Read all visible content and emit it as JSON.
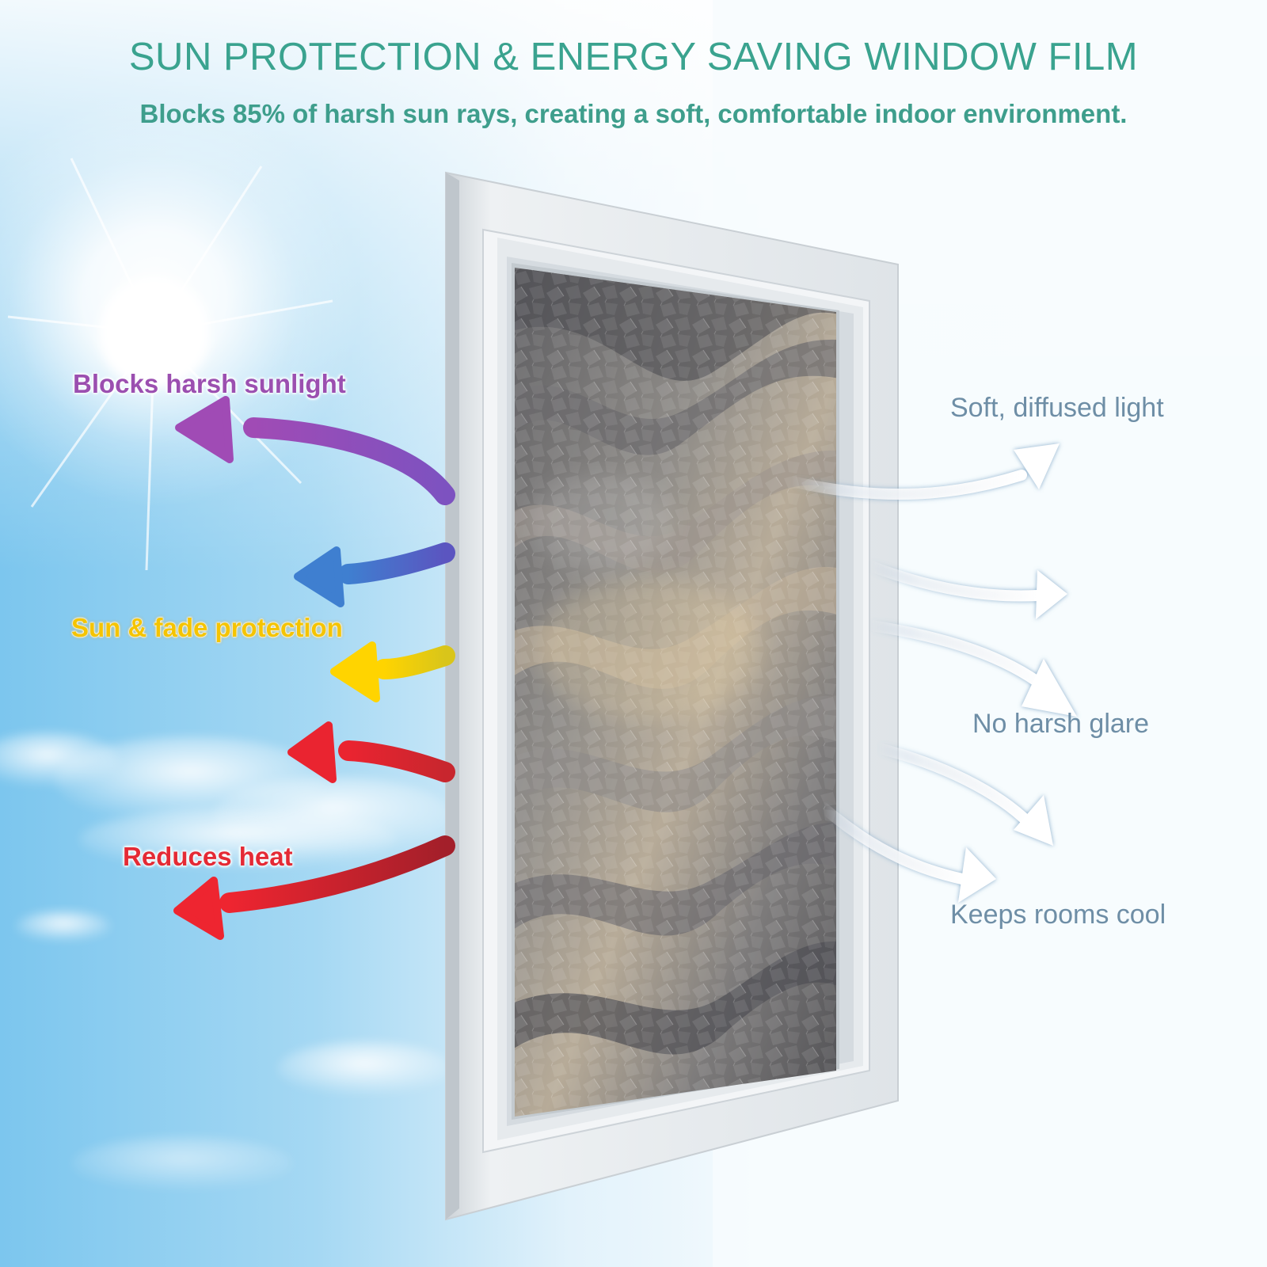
{
  "header": {
    "title": "SUN PROTECTION & ENERGY SAVING WINDOW FILM",
    "subtitle": "Blocks 85% of harsh sun rays, creating a soft, comfortable indoor environment."
  },
  "left_features": [
    {
      "label": "Blocks harsh sunlight",
      "color": "#9b4fb0"
    },
    {
      "label": "Sun & fade protection",
      "color": "#f5c400"
    },
    {
      "label": "Reduces heat",
      "color": "#e42a35"
    }
  ],
  "right_features": [
    {
      "label": "Soft, diffused light"
    },
    {
      "label": "No harsh glare"
    },
    {
      "label": "Keeps rooms cool"
    }
  ],
  "colors": {
    "accent_teal": "#3aa38f",
    "sky_blue": "#6ec6f0",
    "arrow_purple": "#9b4fb0",
    "arrow_blue": "#4a72c4",
    "arrow_yellow": "#f5c400",
    "arrow_red": "#e42a35",
    "frame_white": "#e9edf0",
    "right_text": "#6e8ea6"
  },
  "icons": [
    "sun-icon",
    "cloud-icon",
    "window-frame",
    "frosted-glass-film",
    "curved-arrow-icon"
  ]
}
